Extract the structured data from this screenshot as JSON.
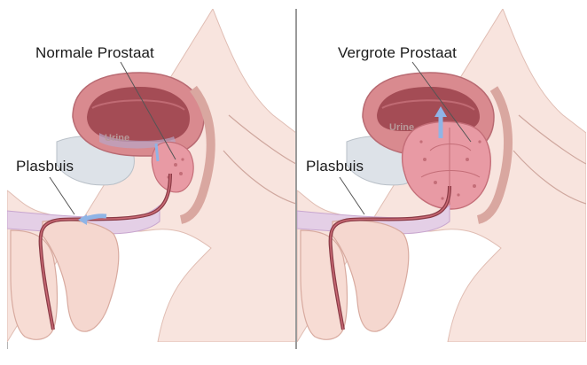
{
  "panels": [
    {
      "title": "Normale Prostaat",
      "urethra_label": "Plasbuis",
      "urine_label": "Urine"
    },
    {
      "title": "Vergrote Prostaat",
      "urethra_label": "Plasbuis",
      "urine_label": "Urine"
    }
  ],
  "colors": {
    "background": "#ffffff",
    "skin": "#f6dcd4",
    "tissue_dark": "#c86a72",
    "bladder": "#a9515a",
    "prostate": "#e79aa4",
    "bone": "#d8dde3",
    "spongy_tissue": "#ddc7e0",
    "urine_arrow": "#8fb4e6"
  }
}
